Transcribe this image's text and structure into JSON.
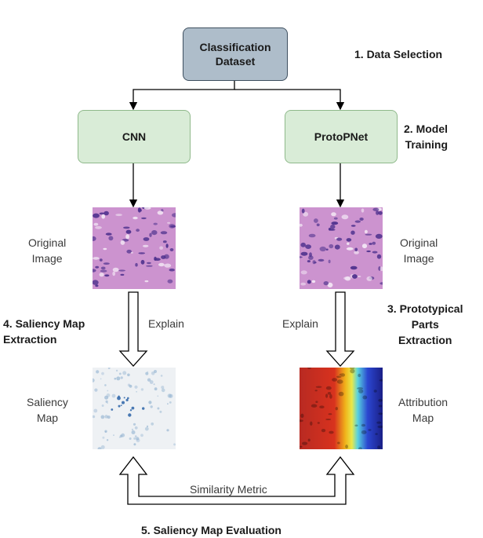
{
  "nodes": {
    "dataset": "Classification\nDataset",
    "cnn": "CNN",
    "protopnet": "ProtoPNet"
  },
  "steps": {
    "s1": "1. Data Selection",
    "s2": "2. Model\nTraining",
    "s3": "3. Prototypical\nParts\nExtraction",
    "s4": "4. Saliency Map\nExtraction",
    "s5": "5. Saliency Map Evaluation"
  },
  "labels": {
    "original_left": "Original\nImage",
    "original_right": "Original\nImage",
    "explain_left": "Explain",
    "explain_right": "Explain",
    "saliency_map": "Saliency\nMap",
    "attribution_map": "Attribution\nMap",
    "similarity": "Similarity Metric"
  },
  "colors": {
    "dataset_fill": "#aebdca",
    "model_fill": "#d9ecd7",
    "tissue_pink": "#c98fc9",
    "nuclei": "#4b2f8c",
    "saliency_blue": "#2f6fb3",
    "heatmap": [
      "#c0281e",
      "#e23a1f",
      "#f2c21a",
      "#5fd3e0",
      "#2a3fcf",
      "#1b1f8a"
    ]
  }
}
